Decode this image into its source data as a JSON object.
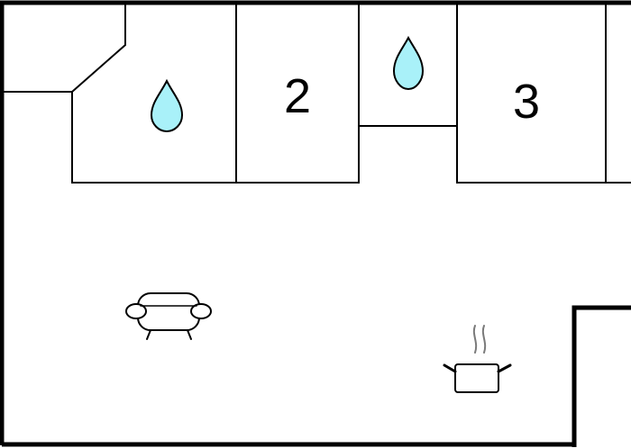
{
  "colors": {
    "wall": "#000000",
    "water": "#a9f1f9",
    "steam": "#7a7a7a",
    "background": "#ffffff"
  },
  "rooms": [
    {
      "label": "2",
      "type": "bedroom"
    },
    {
      "label": "3",
      "type": "bedroom"
    }
  ],
  "icons": [
    {
      "name": "bathroom-water-drop-icon",
      "room": "bathroom-1"
    },
    {
      "name": "bathroom-water-drop-icon",
      "room": "bathroom-2"
    },
    {
      "name": "sofa-icon",
      "room": "living-area"
    },
    {
      "name": "cooking-pot-icon",
      "room": "kitchen"
    }
  ]
}
